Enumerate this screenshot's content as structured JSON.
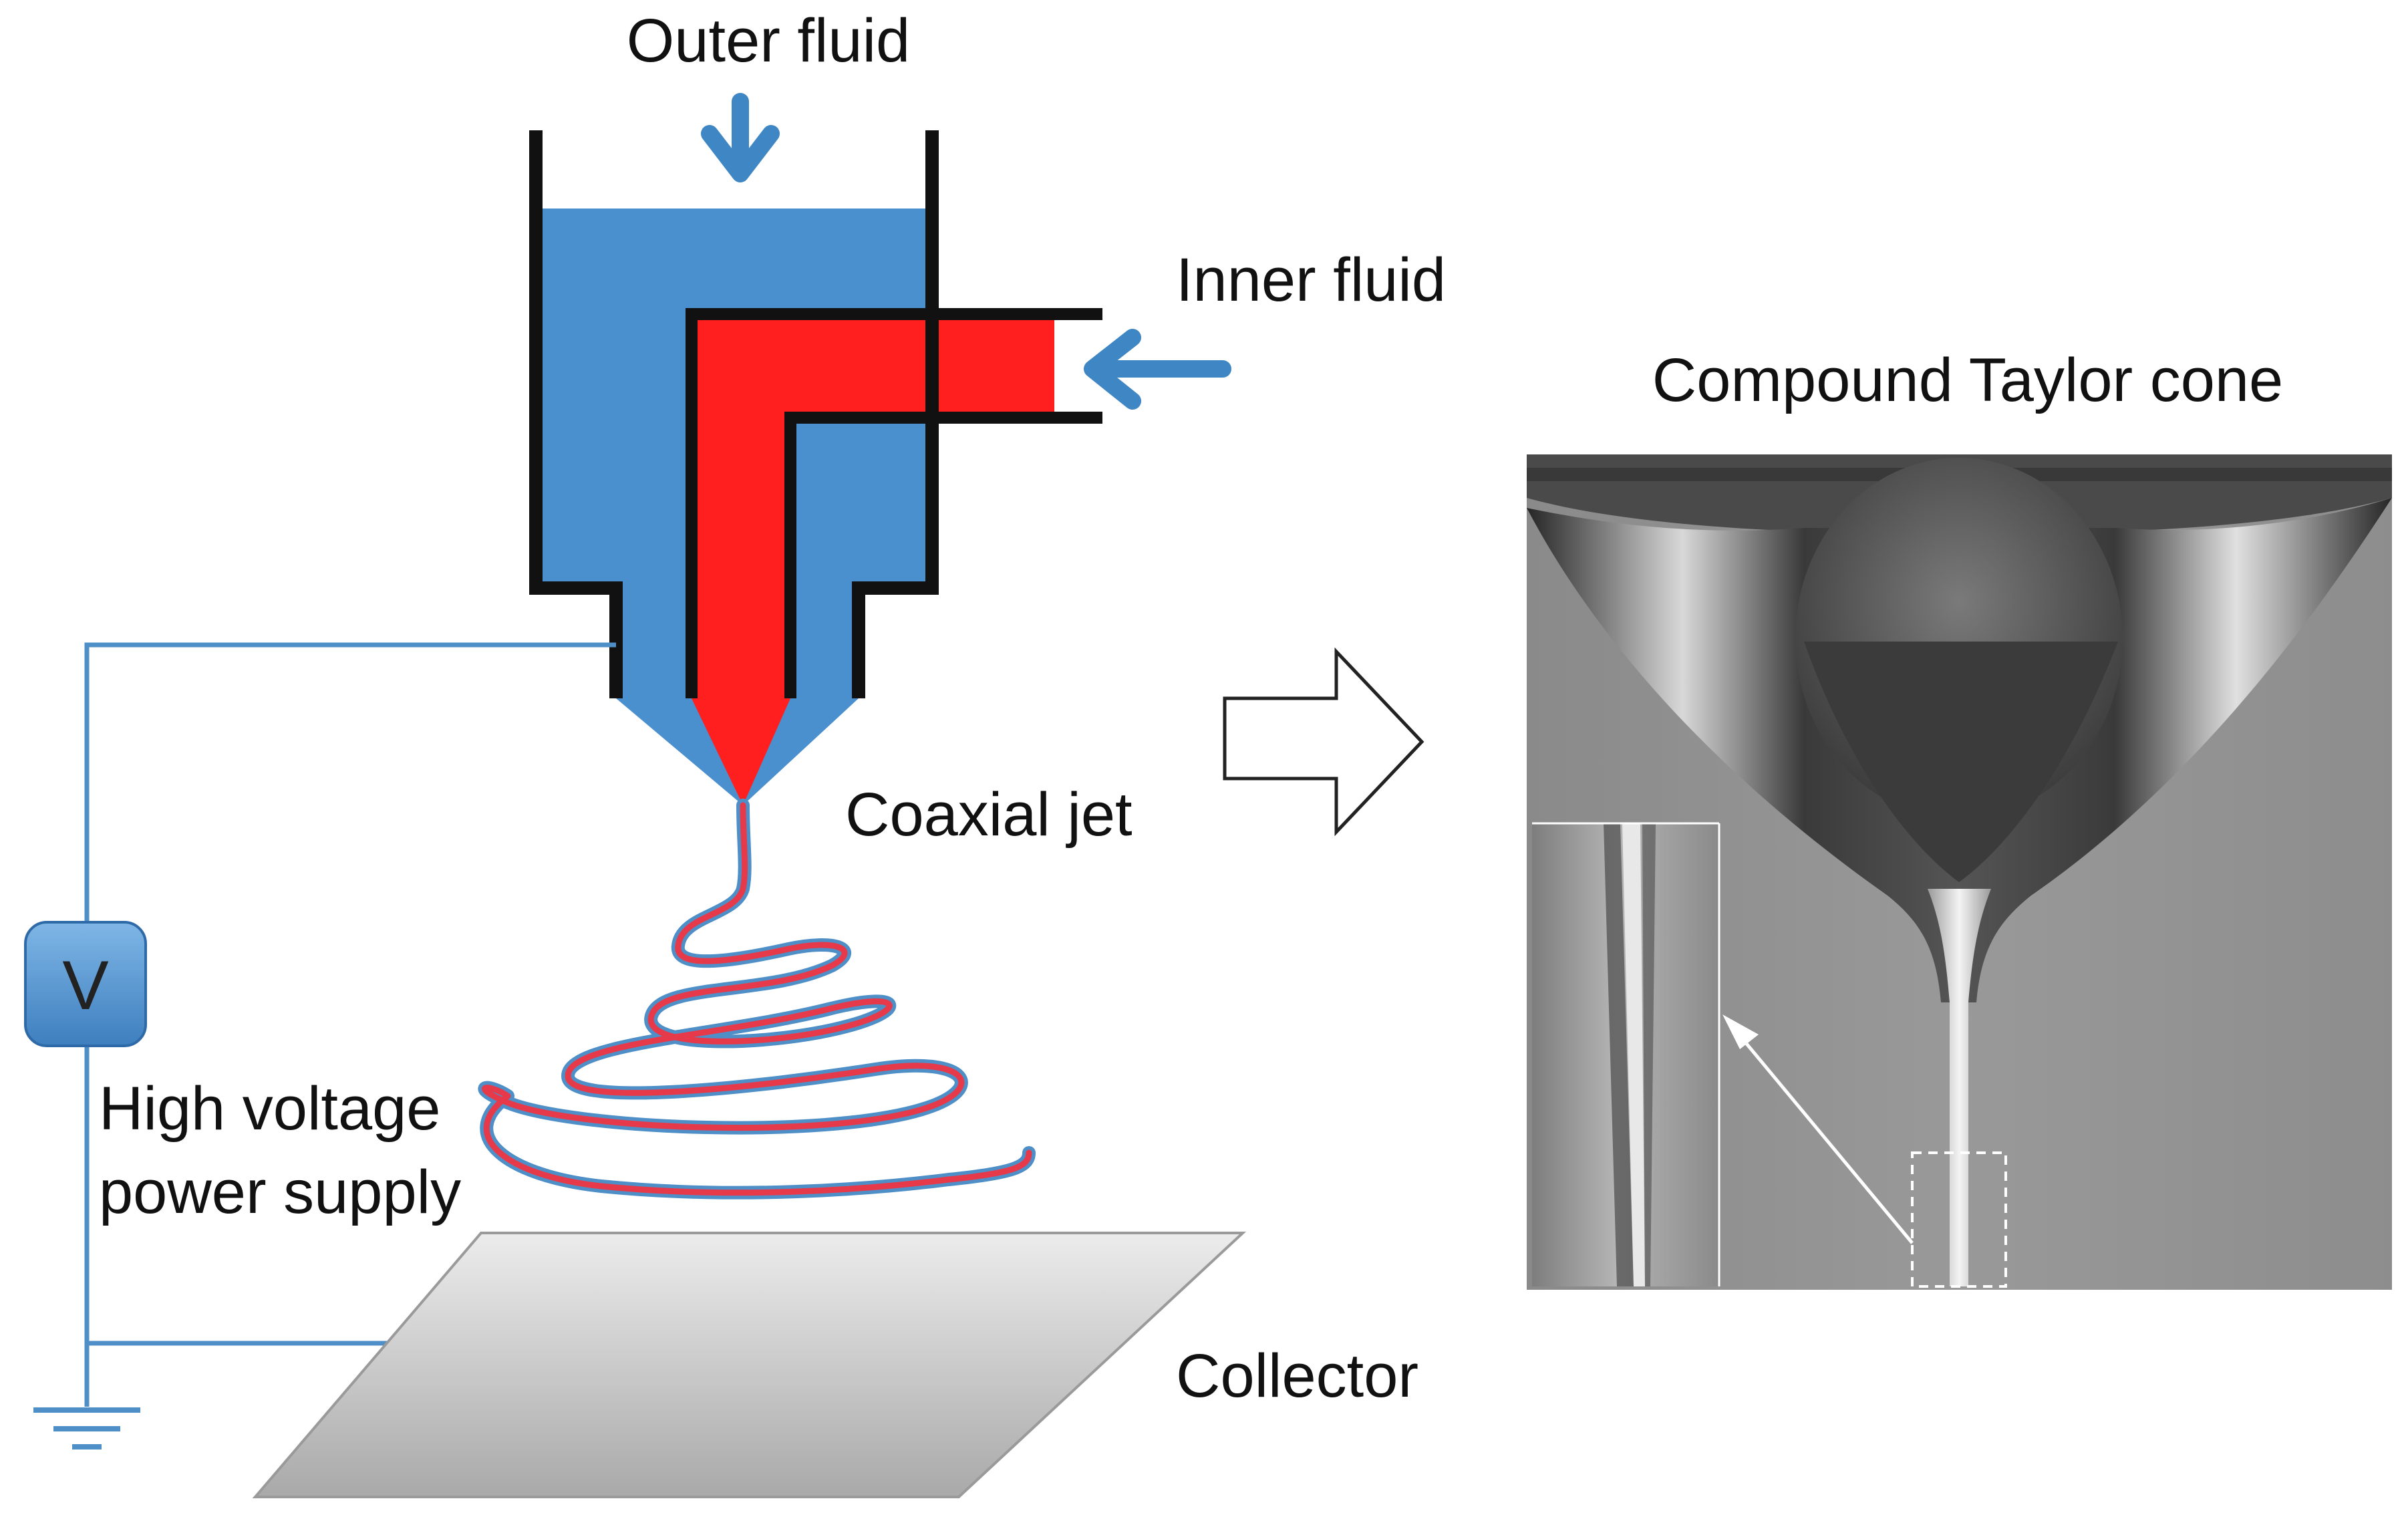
{
  "labels": {
    "outer_fluid": "Outer fluid",
    "inner_fluid": "Inner fluid",
    "coaxial_jet": "Coaxial jet",
    "power_line1": "High voltage",
    "power_line2": "power supply",
    "collector": "Collector",
    "cone_title": "Compound Taylor cone",
    "voltage_symbol": "V"
  },
  "colors": {
    "outer_fluid": "#4a90cf",
    "inner_fluid": "#ff1f1f",
    "wire": "#4f8fc8",
    "arrow": "#3f86c4",
    "outline": "#111111",
    "collector": "#c4c4c4",
    "photo_background": "#8e8e8e"
  }
}
